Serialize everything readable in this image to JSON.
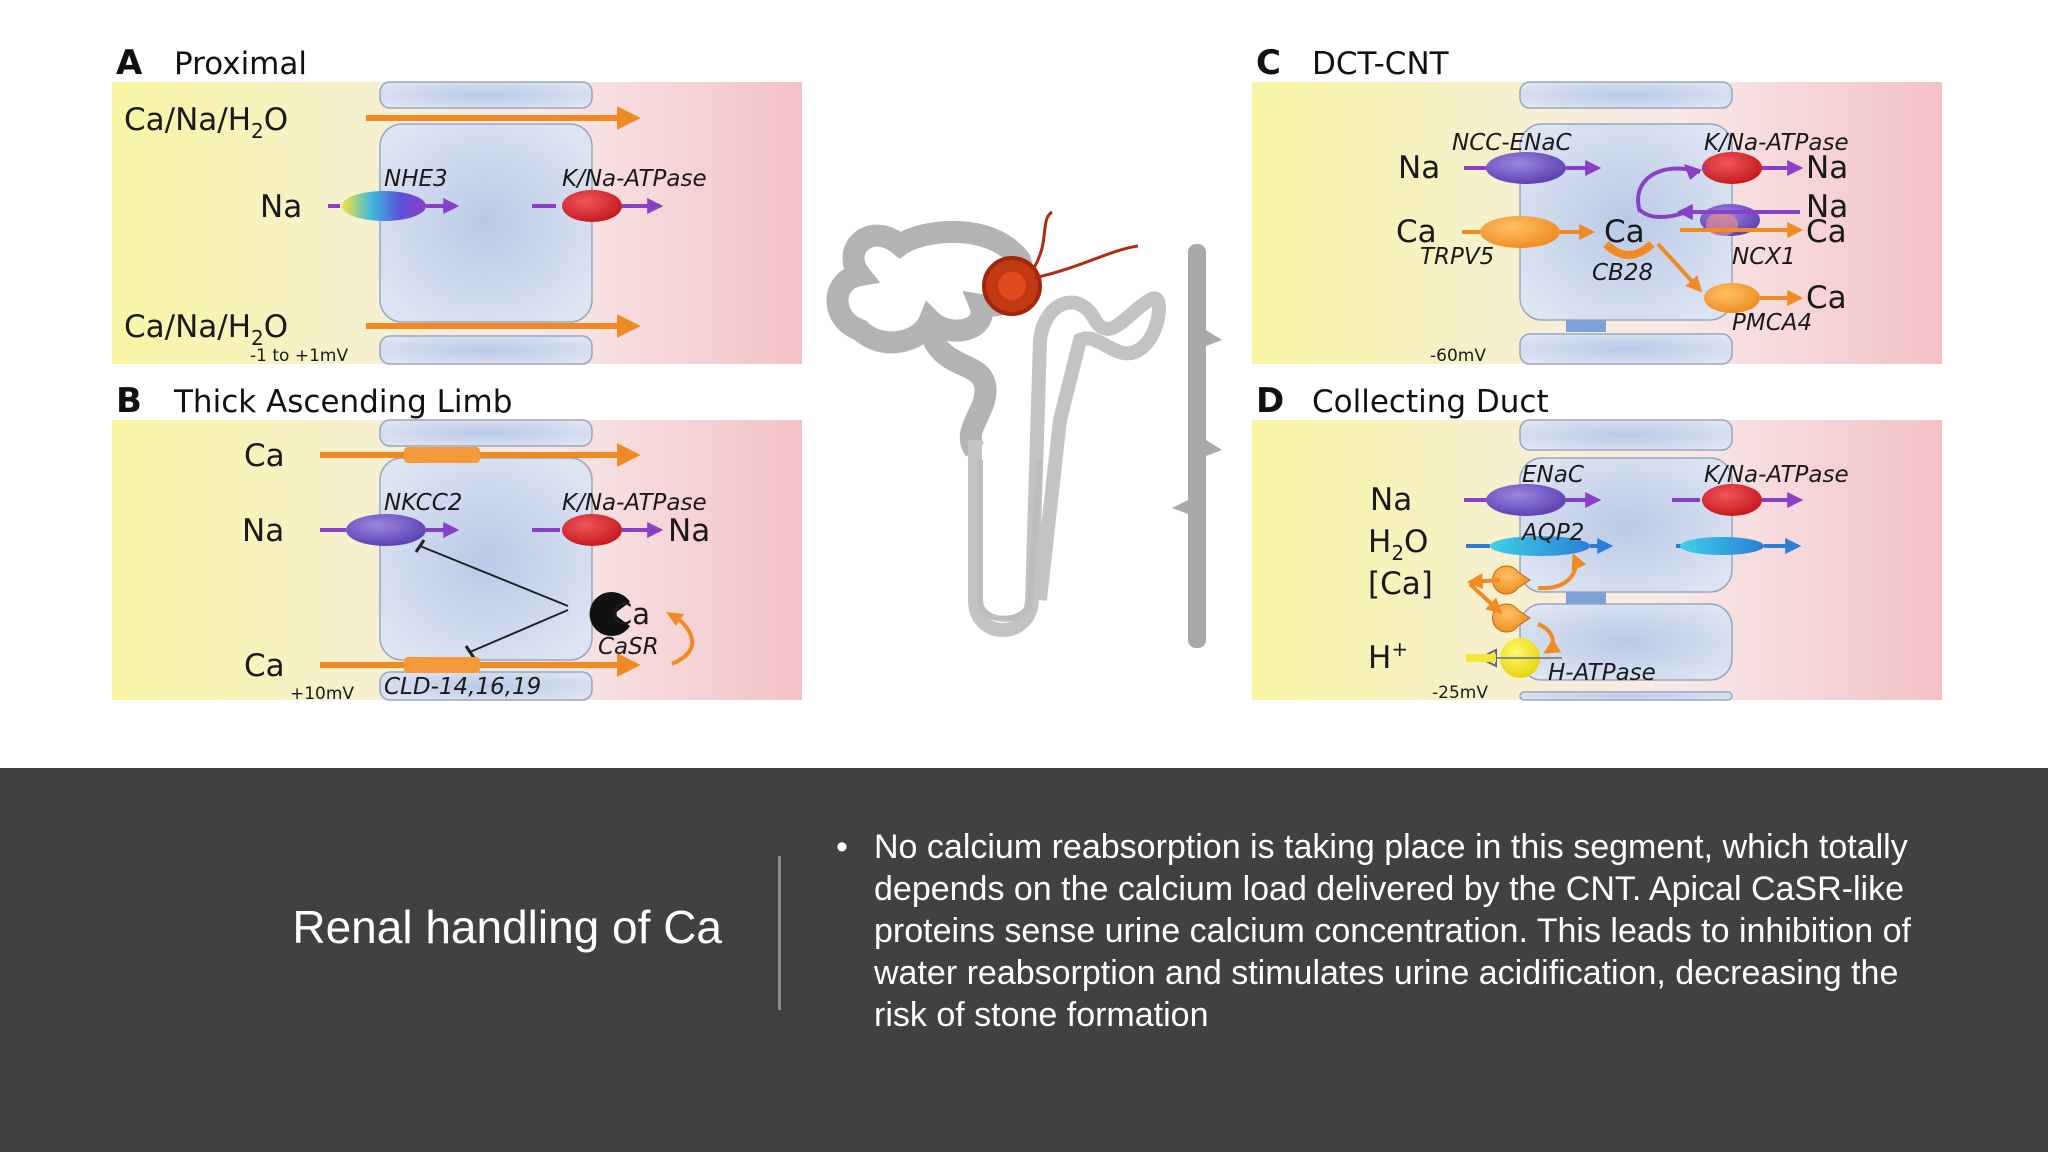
{
  "panels": {
    "a": {
      "letter": "A",
      "title": "Proximal",
      "label_ca_na_h2o_top": "Ca/Na/H",
      "label_ca_na_h2o_bottom": "Ca/Na/H",
      "h2o_sub": "2",
      "h2o_o": "O",
      "na": "Na",
      "nhe3": "NHE3",
      "katpase": "K/Na-ATPase",
      "voltage": "-1 to +1mV"
    },
    "b": {
      "letter": "B",
      "title": "Thick Ascending Limb",
      "ca_top": "Ca",
      "na": "Na",
      "ca_bottom": "Ca",
      "nkcc2": "NKCC2",
      "katpase": "K/Na-ATPase",
      "na_right": "Na",
      "ca_casr": "Ca",
      "casr": "CaSR",
      "cld": "CLD-14,16,19",
      "voltage": "+10mV"
    },
    "c": {
      "letter": "C",
      "title": "DCT-CNT",
      "ncc_enac": "NCC-ENaC",
      "katpase": "K/Na-ATPase",
      "na_left": "Na",
      "na_r1": "Na",
      "na_r2": "Na",
      "ca_left": "Ca",
      "trpv5": "TRPV5",
      "ca_mid": "Ca",
      "cb28": "CB28",
      "ca_r1": "Ca",
      "ncx1": "NCX1",
      "ca_r2": "Ca",
      "pmca4": "PMCA4",
      "voltage": "-60mV"
    },
    "d": {
      "letter": "D",
      "title": "Collecting Duct",
      "enac": "ENaC",
      "katpase": "K/Na-ATPase",
      "na": "Na",
      "h2o_h": "H",
      "h2o_sub": "2",
      "h2o_o": "O",
      "aqp2": "AQP2",
      "ca_conc": "[Ca]",
      "h_plus": "H",
      "h_sup": "+",
      "hatpase": "H-ATPase",
      "voltage": "-25mV"
    }
  },
  "slide": {
    "title": "Renal handling of Ca",
    "bullet": "•",
    "text": "No calcium reabsorption is taking place in this segment, which totally depends on the calcium load delivered by the CNT. Apical CaSR-like proteins sense urine calcium concentration. This leads to inhibition of water reabsorption and stimulates urine acidification, decreasing the risk of stone formation"
  },
  "colors": {
    "background_bottom": "#414143",
    "arrow_orange": "#f08a24",
    "arrow_purple": "#8a3fc7",
    "lumen_yellow": "#f7f3a8",
    "blood_pink": "#f5c9cc",
    "cell_blue": "#c8d4ea"
  }
}
